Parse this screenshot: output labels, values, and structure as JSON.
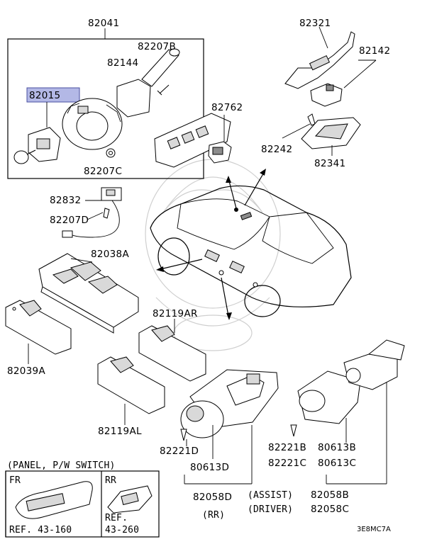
{
  "labels": {
    "p82041": "82041",
    "p82015": "82015",
    "p82144": "82144",
    "p82207B": "82207B",
    "p82207C": "82207C",
    "p82321": "82321",
    "p82142": "82142",
    "p82762": "82762",
    "p82242": "82242",
    "p82341": "82341",
    "p82832": "82832",
    "p82207D": "82207D",
    "p82038A": "82038A",
    "p82039A": "82039A",
    "p82119AR": "82119AR",
    "p82119AL": "82119AL",
    "p82221D": "82221D",
    "p80613D": "80613D",
    "p82058D": "82058D",
    "rr": "(RR)",
    "assist": "(ASSIST)",
    "driver": "(DRIVER)",
    "p82221B": "82221B",
    "p80613B": "80613B",
    "p82221C": "82221C",
    "p80613C": "80613C",
    "p82058B": "82058B",
    "p82058C": "82058C",
    "code": "3E8MC7A"
  },
  "legend": {
    "title": "(PANEL, P/W SWITCH)",
    "fr": "FR",
    "rr": "RR",
    "ref_fr": "REF. 43-160",
    "ref_rr": "43-260",
    "ref_rr_prefix": "REF."
  },
  "highlight_color": "#b3b8e6"
}
